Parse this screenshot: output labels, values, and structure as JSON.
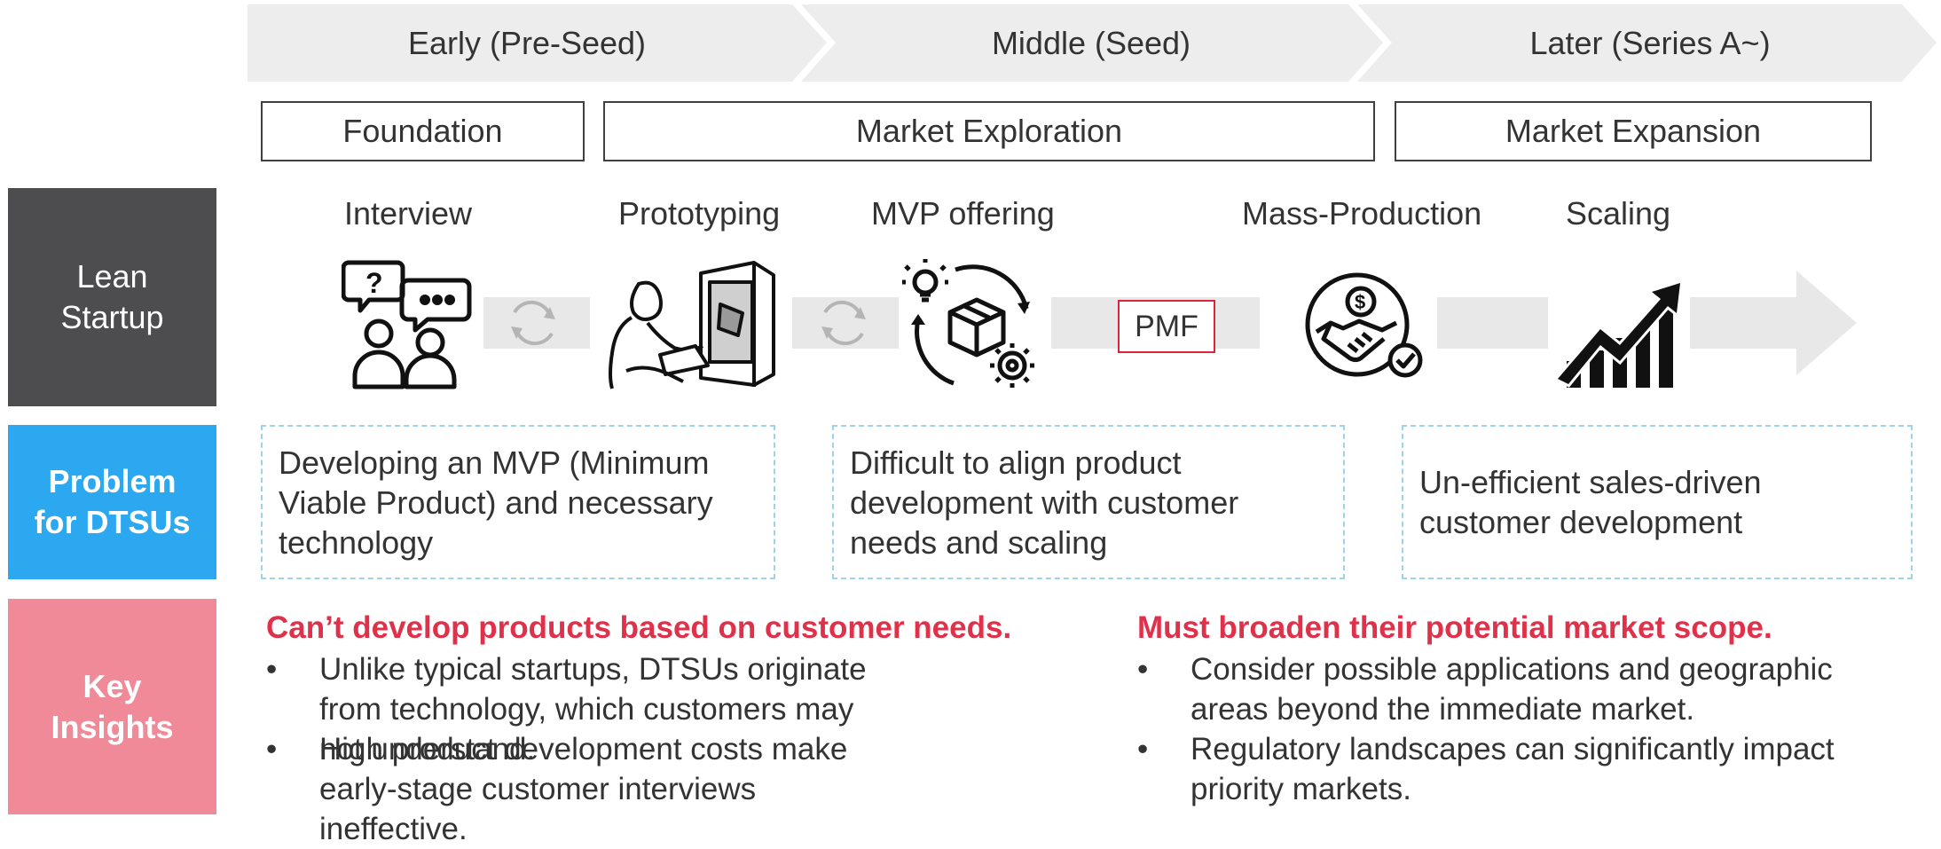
{
  "stages": [
    {
      "label": "Early (Pre-Seed)"
    },
    {
      "label": "Middle (Seed)"
    },
    {
      "label": "Later (Series A~)"
    }
  ],
  "phases": [
    {
      "label": "Foundation"
    },
    {
      "label": "Market Exploration"
    },
    {
      "label": "Market Expansion"
    }
  ],
  "rows": {
    "lean": {
      "label": "Lean\nStartup",
      "color": "#4d4d50"
    },
    "problem": {
      "label": "Problem\nfor DTSUs",
      "color": "#2ba8f0"
    },
    "insights": {
      "label": "Key\nInsights",
      "color": "#f08a98"
    }
  },
  "steps": [
    {
      "label": "Interview",
      "icon": "conversation-people-icon"
    },
    {
      "label": "Prototyping",
      "icon": "person-3d-printer-icon"
    },
    {
      "label": "MVP offering",
      "icon": "idea-box-gear-cycle-icon"
    },
    {
      "label": "Mass-Production",
      "icon": "handshake-dollar-icon"
    },
    {
      "label": "Scaling",
      "icon": "growth-chart-icon"
    }
  ],
  "pmf_label": "PMF",
  "problems": [
    {
      "text": "Developing an MVP (Minimum Viable Product) and necessary technology"
    },
    {
      "text": "Difficult to align product development with customer needs and scaling"
    },
    {
      "text": "Un-efficient sales-driven customer development"
    }
  ],
  "insights": [
    {
      "heading": "Can’t develop products based on customer needs.",
      "bullets": [
        "Unlike typical startups, DTSUs originate from technology, which customers may not understand.",
        "High product development costs make early-stage customer interviews ineffective."
      ]
    },
    {
      "heading": "Must broaden their potential market scope.",
      "bullets": [
        "Consider possible applications and geographic areas beyond the immediate market.",
        "Regulatory landscapes can significantly impact priority markets."
      ]
    }
  ],
  "bullet_char": "•",
  "colors": {
    "chevron": "#ededed",
    "arrow": "#e8e8e8",
    "pmf_border": "#d9263a",
    "insight_heading": "#e0314b",
    "problem_border": "#9fd3ea"
  }
}
